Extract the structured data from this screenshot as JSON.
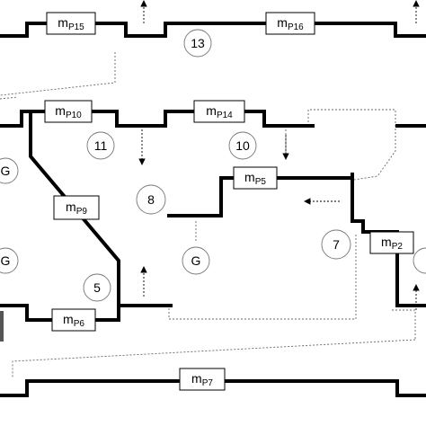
{
  "flows": [
    {
      "id": "p15",
      "base": "m",
      "sub": "P15"
    },
    {
      "id": "p16",
      "base": "m",
      "sub": "P16"
    },
    {
      "id": "p10",
      "base": "m",
      "sub": "P10"
    },
    {
      "id": "p14",
      "base": "m",
      "sub": "P14"
    },
    {
      "id": "p5",
      "base": "m",
      "sub": "P5"
    },
    {
      "id": "p9",
      "base": "m",
      "sub": "P9"
    },
    {
      "id": "p2",
      "base": "m",
      "sub": "P2"
    },
    {
      "id": "p6",
      "base": "m",
      "sub": "P6"
    },
    {
      "id": "p7",
      "base": "m",
      "sub": "P7"
    }
  ],
  "nodes": [
    "13",
    "11",
    "10",
    "8",
    "7",
    "5"
  ],
  "generators": [
    "G",
    "G",
    "G",
    "G"
  ]
}
